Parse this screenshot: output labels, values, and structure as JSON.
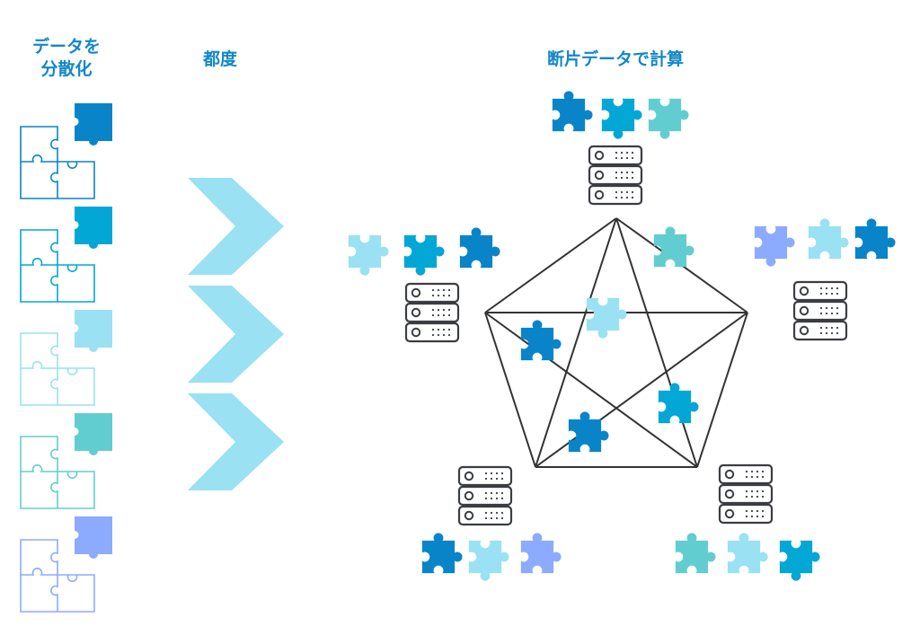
{
  "titles": {
    "distribute": "データを\n分散化",
    "each_time": "都度",
    "compute": "断片データで計算"
  },
  "colors": {
    "title": "#1387c8",
    "dark_blue": "#0a84c9",
    "blue": "#03a7d6",
    "light_blue": "#99e1f3",
    "teal": "#62cdd0",
    "periwinkle": "#8cabff",
    "arrow": "#99e1f3",
    "line": "#333333",
    "server": "#3a3d42"
  },
  "stages": [
    {
      "name": "source-set-1",
      "color_key": "dark_blue"
    },
    {
      "name": "source-set-2",
      "color_key": "blue"
    },
    {
      "name": "source-set-3",
      "color_key": "light_blue"
    },
    {
      "name": "source-set-4",
      "color_key": "teal"
    },
    {
      "name": "source-set-5",
      "color_key": "periwinkle"
    }
  ],
  "arrows": [
    {
      "name": "flow-arrow-1"
    },
    {
      "name": "flow-arrow-2"
    },
    {
      "name": "flow-arrow-3"
    }
  ],
  "nodes": [
    {
      "name": "node-top",
      "pieces": [
        "dark_blue",
        "blue",
        "teal"
      ]
    },
    {
      "name": "node-left",
      "pieces": [
        "light_blue",
        "blue",
        "dark_blue"
      ]
    },
    {
      "name": "node-right",
      "pieces": [
        "periwinkle",
        "light_blue",
        "dark_blue"
      ]
    },
    {
      "name": "node-bottom-left",
      "pieces": [
        "dark_blue",
        "light_blue",
        "periwinkle"
      ]
    },
    {
      "name": "node-bottom-right",
      "pieces": [
        "teal",
        "light_blue",
        "blue"
      ]
    }
  ],
  "network_pieces": [
    {
      "name": "network-piece-teal",
      "color_key": "teal"
    },
    {
      "name": "network-piece-light-blue",
      "color_key": "light_blue"
    },
    {
      "name": "network-piece-dark-blue-left",
      "color_key": "dark_blue"
    },
    {
      "name": "network-piece-blue",
      "color_key": "blue"
    },
    {
      "name": "network-piece-dark-blue-bottom",
      "color_key": "dark_blue"
    }
  ]
}
